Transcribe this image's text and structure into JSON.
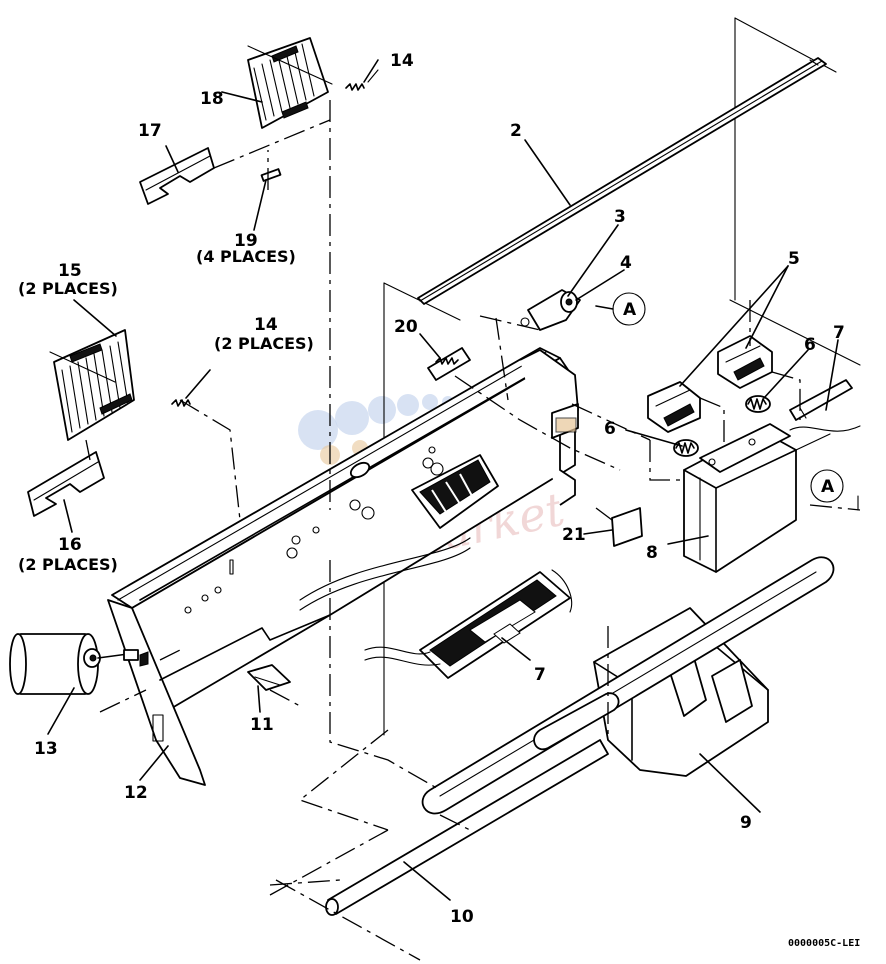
{
  "callouts": {
    "c2": "2",
    "c3": "3",
    "c4": "4",
    "c5": "5",
    "c6a": "6",
    "c6b": "6",
    "c7a": "7",
    "c7b": "7",
    "c8": "8",
    "c9": "9",
    "c10": "10",
    "c11": "11",
    "c12": "12",
    "c13": "13",
    "c14a": "14",
    "c14b": "14",
    "c14b_note": "(2 PLACES)",
    "c15": "15",
    "c15_note": "(2 PLACES)",
    "c16": "16",
    "c16_note": "(2 PLACES)",
    "c17": "17",
    "c18": "18",
    "c19": "19",
    "c19_note": "(4 PLACES)",
    "c20": "20",
    "c21": "21"
  },
  "detail_markers": [
    "A",
    "A"
  ],
  "figure_code": "0000005C-LEI",
  "watermark": "Ink-Market",
  "colors": {
    "line": "#000000",
    "watermark_dots": "#c7d6ee",
    "watermark_text": "#e6b7b7",
    "label_highlight": "#e8c79a"
  }
}
